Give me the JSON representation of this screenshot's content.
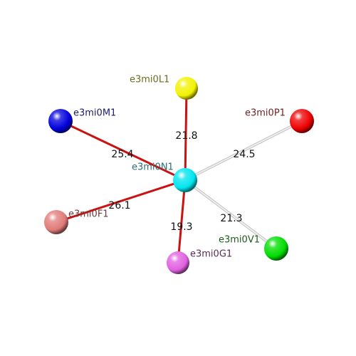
{
  "center": {
    "id": "n1",
    "label": "e3mi0N1",
    "color": "#00e5ee",
    "label_color": "#2a6e78"
  },
  "neighbors": [
    {
      "id": "l1",
      "label": "e3mi0L1",
      "color": "#f2f200",
      "label_color": "#6b6b1f",
      "distance": "21.8",
      "edge": "red"
    },
    {
      "id": "m1",
      "label": "e3mi0M1",
      "color": "#0000dd",
      "label_color": "#1a1a6e",
      "distance": "25.4",
      "edge": "red"
    },
    {
      "id": "p1",
      "label": "e3mi0P1",
      "color": "#ee0000",
      "label_color": "#6e1f1f",
      "distance": "24.5",
      "edge": "gray"
    },
    {
      "id": "f1",
      "label": "e3mi0F1",
      "color": "#e07b78",
      "label_color": "#6e3a38",
      "distance": "26.1",
      "edge": "red"
    },
    {
      "id": "g1",
      "label": "e3mi0G1",
      "color": "#e060e0",
      "label_color": "#5a2a5a",
      "distance": "19.3",
      "edge": "red"
    },
    {
      "id": "v1",
      "label": "e3mi0V1",
      "color": "#00dd00",
      "label_color": "#1f5a1f",
      "distance": "21.3",
      "edge": "gray"
    }
  ]
}
